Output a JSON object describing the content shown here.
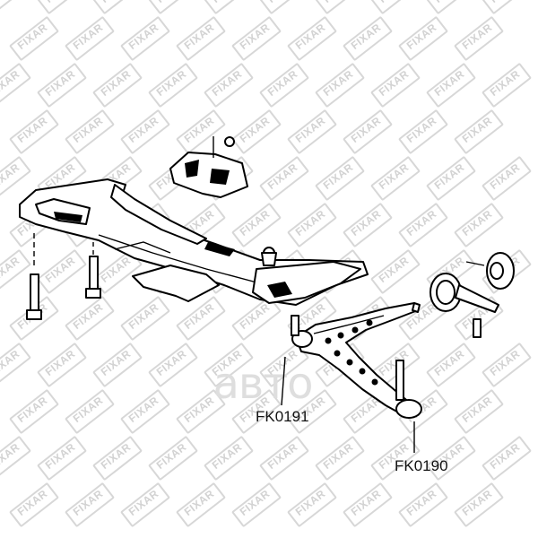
{
  "watermark": {
    "text": "FIXAR",
    "brand_text": "авто"
  },
  "callouts": [
    {
      "id": "fk0191",
      "label": "FK0191"
    },
    {
      "id": "fk0190",
      "label": "FK0190"
    }
  ]
}
